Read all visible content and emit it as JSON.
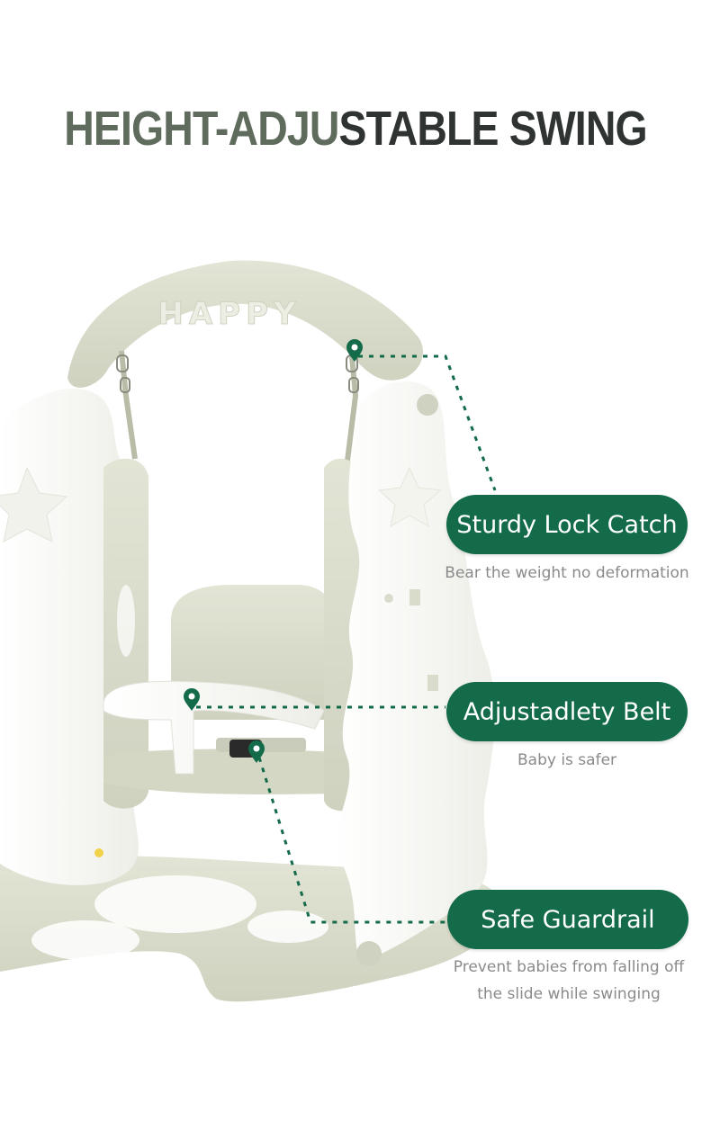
{
  "title": {
    "part1": "HEIGHT-ADJU",
    "part2": "STABLE SWING"
  },
  "colors": {
    "accent": "#136b4a",
    "title_light": "#5e6b5d",
    "title_dark": "#2f3432",
    "caption": "#8a8a8a",
    "plastic_sage": "#d9dccb",
    "plastic_white": "#fbfbf7"
  },
  "icons": [
    "location-pin-icon",
    "location-pin-icon",
    "location-pin-icon"
  ],
  "features": [
    {
      "label": "Sturdy Lock  Catch",
      "caption_lines": [
        "Bear the weight no deformation"
      ]
    },
    {
      "label": "Adjustadlety  Belt",
      "caption_lines": [
        "Baby is safer"
      ]
    },
    {
      "label": "Safe  Guardrail",
      "caption_lines": [
        "Prevent babies from falling off",
        "the slide while swinging"
      ]
    }
  ],
  "product": {
    "arch_text": "HAPPY"
  }
}
